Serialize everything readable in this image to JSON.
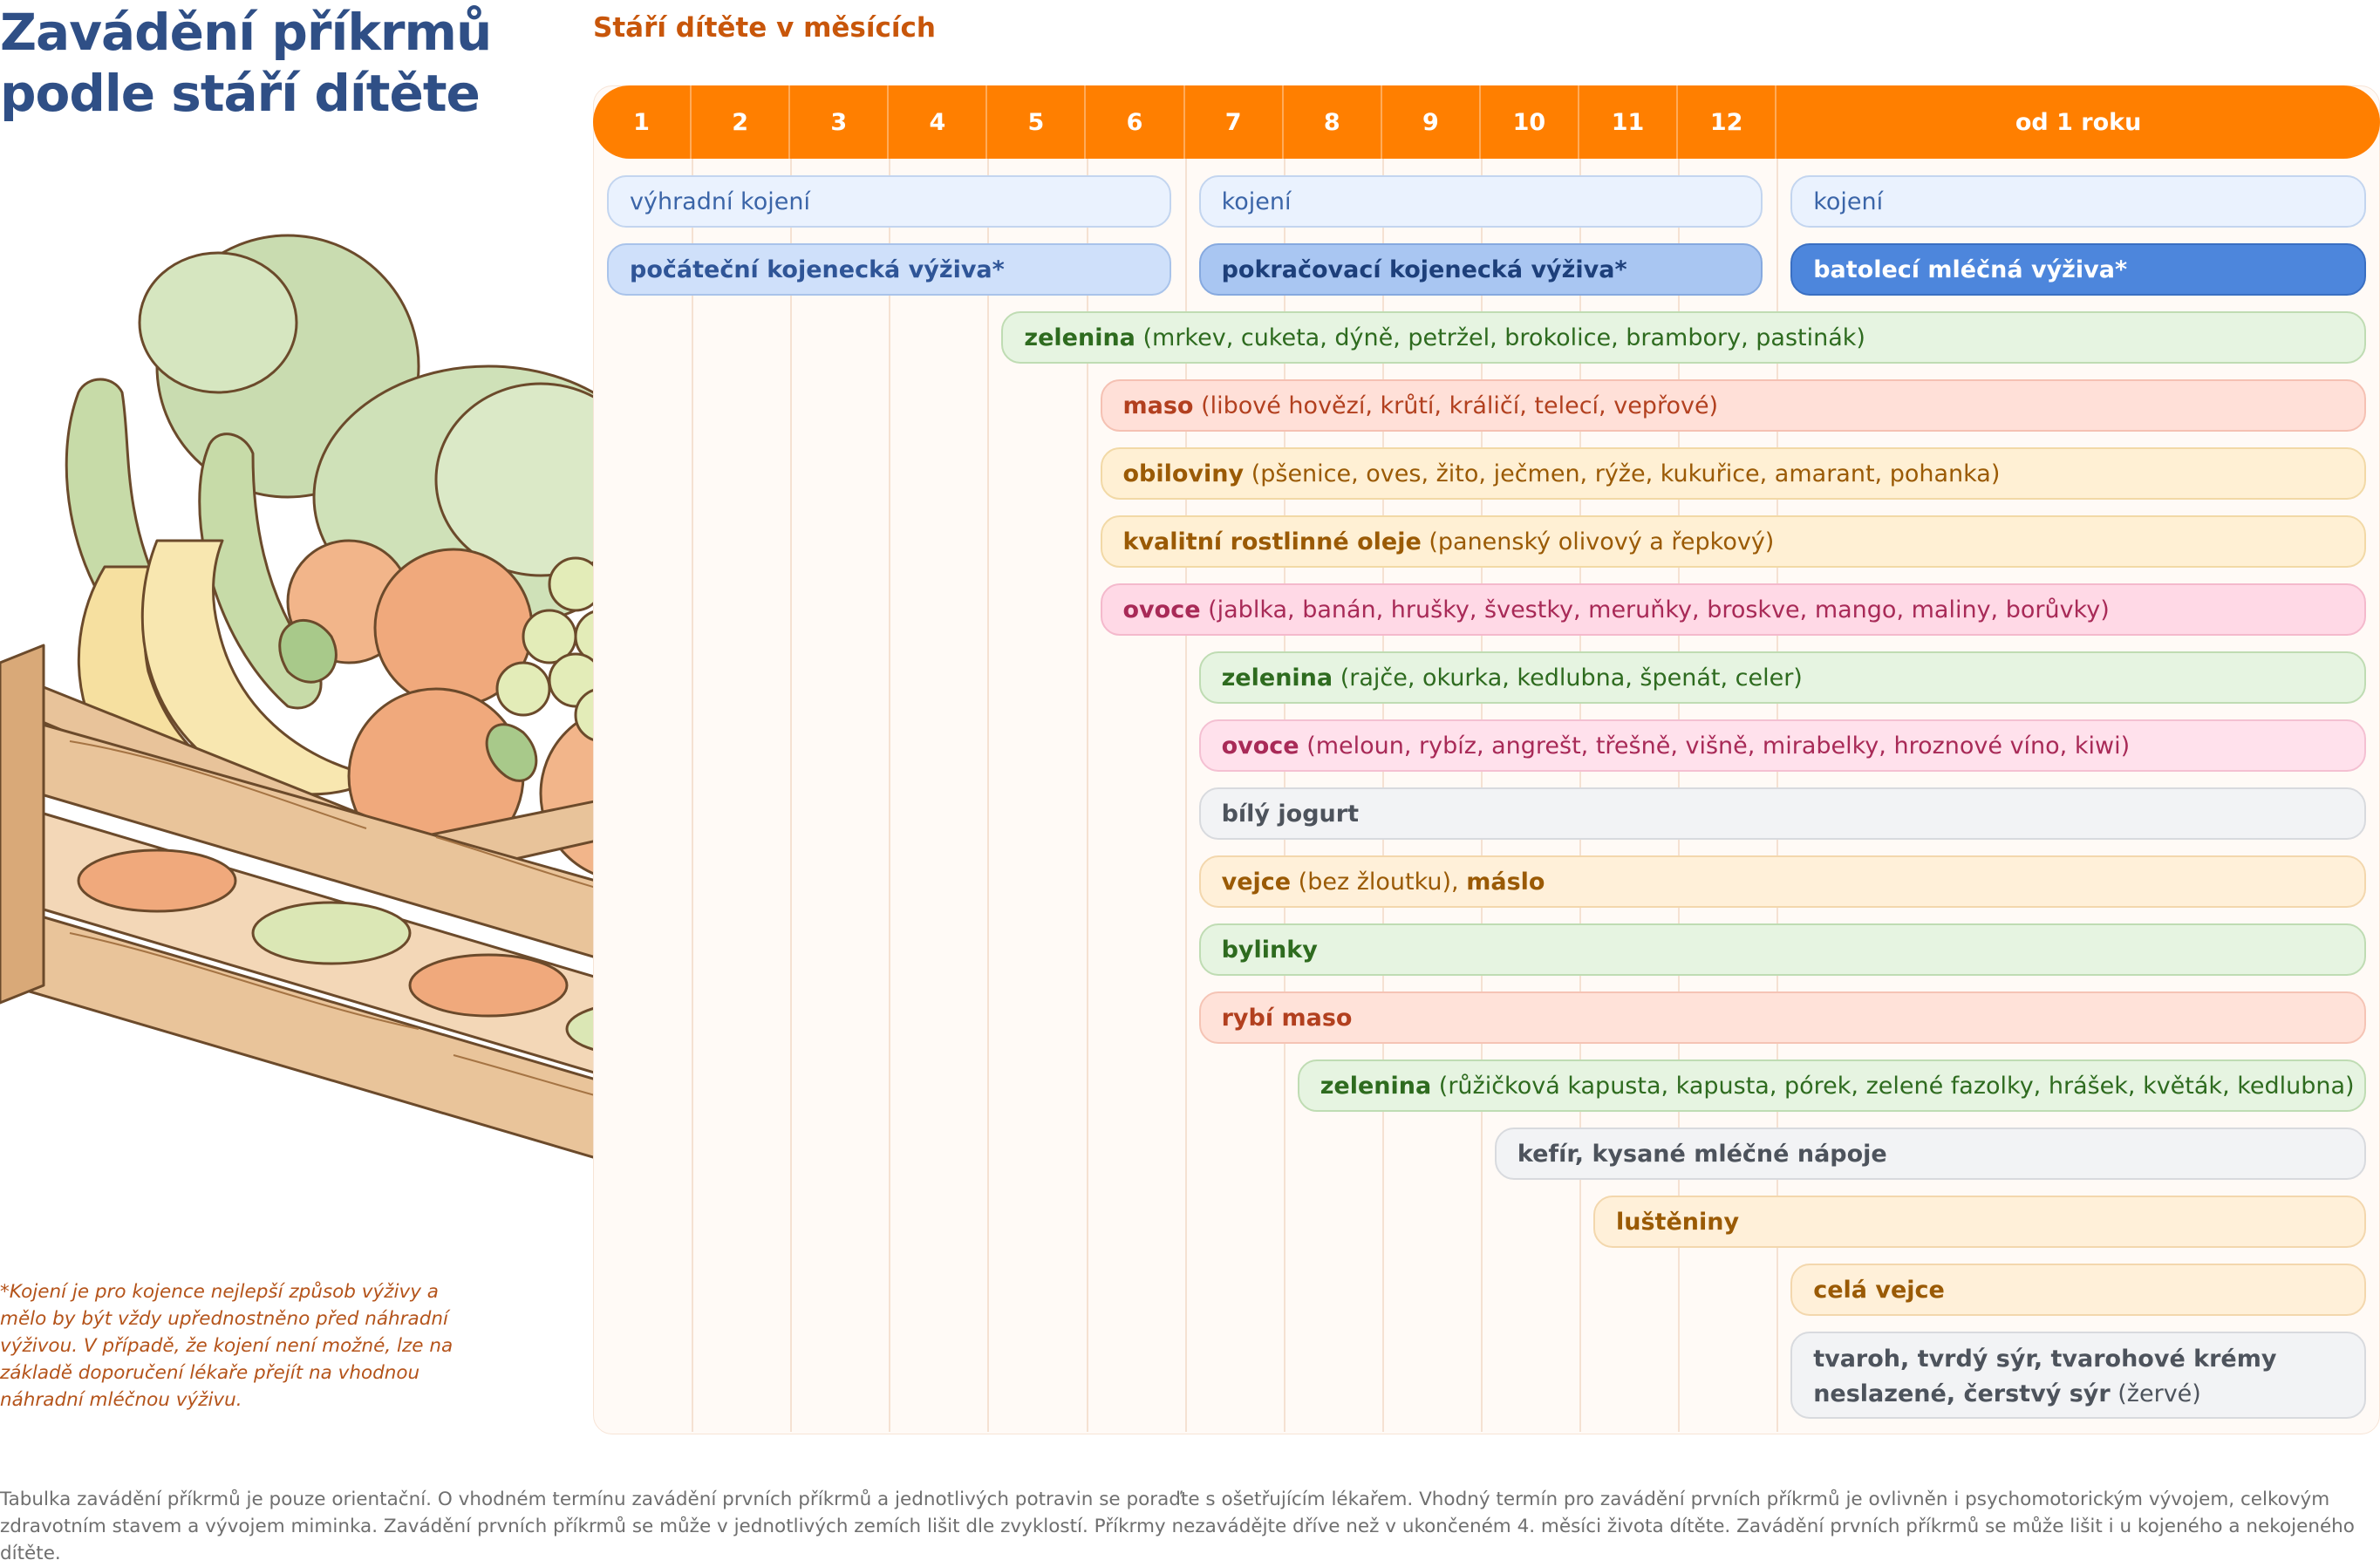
{
  "title": "Zavádění příkrmů podle stáří dítěte",
  "axis_title": "Stáří dítěte v měsících",
  "months": [
    "1",
    "2",
    "3",
    "4",
    "5",
    "6",
    "7",
    "8",
    "9",
    "10",
    "11",
    "12",
    "od 1 roku"
  ],
  "rows": [
    {
      "start": 1,
      "end": 6,
      "bold": "",
      "text": "výhradní kojení",
      "bg": "#eaf2fe",
      "border": "#c3d5ef",
      "color": "#3b65a8"
    },
    {
      "start": 7,
      "end": 12,
      "bold": "",
      "text": "kojení",
      "bg": "#eaf2fe",
      "border": "#c3d5ef",
      "color": "#3b65a8"
    },
    {
      "start": 13,
      "end": 13,
      "bold": "",
      "text": "kojení",
      "bg": "#eaf2fe",
      "border": "#c3d5ef",
      "color": "#3b65a8"
    },
    {
      "start": 1,
      "end": 6,
      "bold": "počáteční kojenecká výživa*",
      "text": "",
      "bg": "#cfe0fa",
      "border": "#a9c3ea",
      "color": "#2f5597"
    },
    {
      "start": 7,
      "end": 12,
      "bold": "pokračovací kojenecká výživa*",
      "text": "",
      "bg": "#a9c6f2",
      "border": "#86a9df",
      "color": "#1d3f7a"
    },
    {
      "start": 13,
      "end": 13,
      "bold": "batolecí mléčná výživa*",
      "text": "",
      "bg": "#4d86dc",
      "border": "#3a6fc2",
      "color": "#ffffff"
    },
    {
      "start": 5,
      "end": 13,
      "bold": "zelenina",
      "text": " (mrkev, cuketa, dýně, petržel, brokolice, brambory, pastinák)",
      "bg": "#e6f4e1",
      "border": "#bfdcb3",
      "color": "#2e6b1f"
    },
    {
      "start": 6,
      "end": 13,
      "bold": "maso",
      "text": " (libové hovězí, krůtí, králičí, telecí, vepřové)",
      "bg": "#ffe0d8",
      "border": "#f5c1b3",
      "color": "#b2401f"
    },
    {
      "start": 6,
      "end": 13,
      "bold": "obiloviny",
      "text": " (pšenice, oves, žito, ječmen, rýže, kukuřice, amarant, pohanka)",
      "bg": "#fff0d4",
      "border": "#f2d9a6",
      "color": "#9a5a05"
    },
    {
      "start": 6,
      "end": 13,
      "bold": "kvalitní rostlinné oleje",
      "text": " (panenský olivový a řepkový)",
      "bg": "#fff0d4",
      "border": "#f2d9a6",
      "color": "#9a5a05"
    },
    {
      "start": 6,
      "end": 13,
      "bold": "ovoce",
      "text": " (jablka, banán, hrušky, švestky, meruňky, broskve, mango, maliny, borůvky)",
      "bg": "#ffd9e6",
      "border": "#f4b9cc",
      "color": "#a82a57"
    },
    {
      "start": 7,
      "end": 13,
      "bold": "zelenina",
      "text": " (rajče, okurka, kedlubna, špenát, celer)",
      "bg": "#e6f4e1",
      "border": "#bfdcb3",
      "color": "#2e6b1f"
    },
    {
      "start": 7,
      "end": 13,
      "bold": "ovoce",
      "text": " (meloun, rybíz, angrešt, třešně, višně, mirabelky, hroznové víno, kiwi)",
      "bg": "#ffe1ec",
      "border": "#f4c0d2",
      "color": "#a82a57"
    },
    {
      "start": 7,
      "end": 13,
      "bold": "bílý jogurt",
      "text": "",
      "bg": "#f2f3f5",
      "border": "#d8dade",
      "color": "#4d535c"
    },
    {
      "start": 7,
      "end": 13,
      "bold": "vejce",
      "text": " (bez žloutku), ",
      "bold2": "máslo",
      "bg": "#fff0d9",
      "border": "#f3d7ad",
      "color": "#9a5a05"
    },
    {
      "start": 7,
      "end": 13,
      "bold": "bylinky",
      "text": "",
      "bg": "#e6f4e1",
      "border": "#bfdcb3",
      "color": "#2e6b1f"
    },
    {
      "start": 7,
      "end": 13,
      "bold": "rybí maso",
      "text": "",
      "bg": "#ffe2d9",
      "border": "#f5c4b5",
      "color": "#b2401f"
    },
    {
      "start": 8,
      "end": 13,
      "bold": "zelenina",
      "text": " (růžičková kapusta, kapusta, pórek, zelené fazolky, hrášek, květák, kedlubna)",
      "bg": "#e6f4e1",
      "border": "#bfdcb3",
      "color": "#2e6b1f"
    },
    {
      "start": 10,
      "end": 13,
      "bold": "kefír, kysané mléčné nápoje",
      "text": "",
      "bg": "#f2f3f5",
      "border": "#d8dade",
      "color": "#4d535c"
    },
    {
      "start": 11,
      "end": 13,
      "bold": "luštěniny",
      "text": "",
      "bg": "#fff0d9",
      "border": "#f3d7ad",
      "color": "#9a5a05"
    },
    {
      "start": 13,
      "end": 13,
      "bold": "celá vejce",
      "text": "",
      "bg": "#fff0d9",
      "border": "#f3d7ad",
      "color": "#9a5a05"
    },
    {
      "start": 13,
      "end": 13,
      "bold": "tvaroh, tvrdý sýr, tvarohové krémy neslazené, čerstvý sýr",
      "text": " (žervé)",
      "bg": "#f2f3f5",
      "border": "#d8dade",
      "color": "#4d535c"
    }
  ],
  "footnote": "*Kojení je pro kojence nejlepší způsob výživy a mělo by být vždy upřednostněno před náhradní výživou. V případě, že kojení není možné, lze na základě doporučení lékaře přejít na vhodnou náhradní mléčnou výživu.",
  "disclaimer": "Tabulka zavádění příkrmů je pouze orientační. O vhodném termínu zavádění prvních příkrmů a jednotlivých potravin se poraďte s ošetřujícím lékařem. Vhodný termín pro zavádění prvních příkrmů je ovlivněn i psychomotorickým vývojem, celkovým zdravotním stavem a vývojem miminka. Zavádění prvních příkrmů se může v jednotlivých zemích lišit dle zvyklostí. Příkrmy nezavádějte dříve než v ukončeném 4. měsíci života dítěte. Zavádění prvních příkrmů se může lišit i u kojeného a nekojeného dítěte.",
  "colors": {
    "header": "#ff7f00",
    "title": "#2f4f86",
    "accent": "#c8560a"
  }
}
